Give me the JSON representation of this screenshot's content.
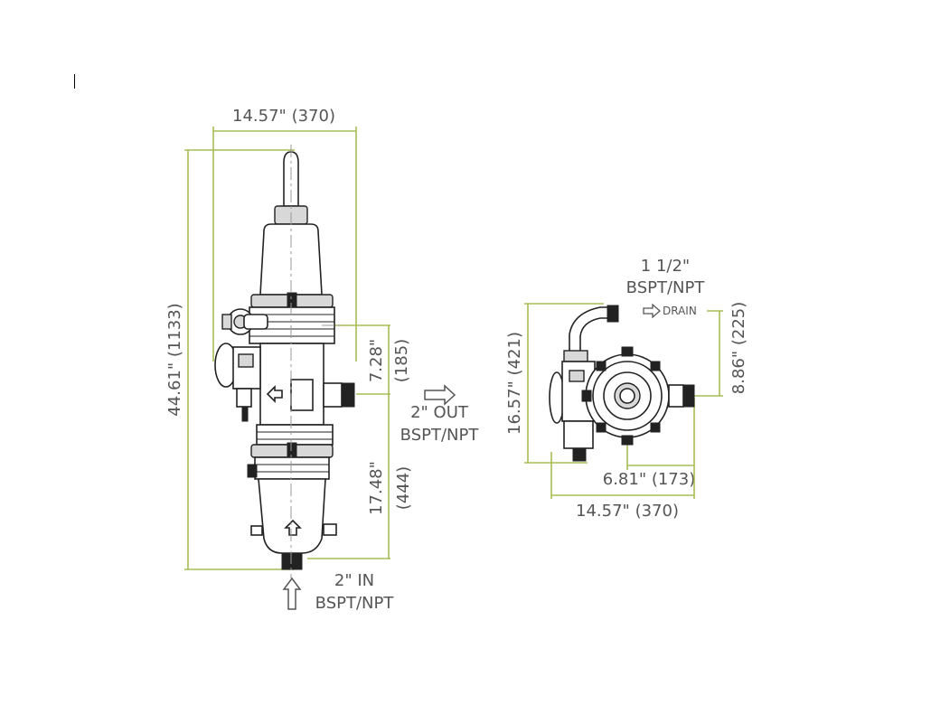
{
  "dimensions": {
    "front_width": "14.57\" (370)",
    "front_height": "44.61\" (1133)",
    "outlet_height_in": "7.28\"",
    "outlet_height_mm": "(185)",
    "inlet_to_outlet_in": "17.48\"",
    "inlet_to_outlet_mm": "(444)",
    "top_height": "16.57\" (421)",
    "drain_height": "8.86\" (225)",
    "top_offset": "6.81\" (173)",
    "top_width": "14.57\" (370)"
  },
  "labels": {
    "outlet_line1": "2\" OUT",
    "outlet_line2": "BSPT/NPT",
    "inlet_line1": "2\" IN",
    "inlet_line2": "BSPT/NPT",
    "drain_size_line1": "1 1/2\"",
    "drain_size_line2": "BSPT/NPT",
    "drain": "DRAIN"
  }
}
